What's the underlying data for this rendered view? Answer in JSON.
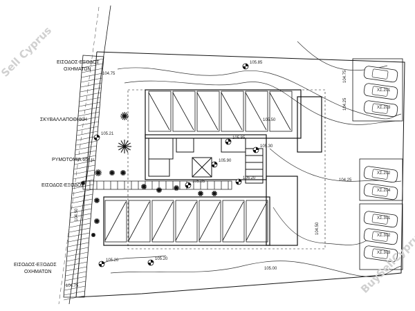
{
  "labels": {
    "vehicle_entrance_top_line1": "ΕΙΣΟΔΟΣ-ΕΞΟΔΟΣ",
    "vehicle_entrance_top_line2": "ΟΧΗΜΑΤΩΝ",
    "refuse_store": "ΣΚΥΒΑΛΛΑΠΟΘΗΚΗ",
    "regulator": "ΡΥΜΟΤΟΜΙΑ 65τ.μ.",
    "pedestrian_entrance": "ΕΙΣΟΔΟΣ-ΕΞΟΔΟΣ",
    "vehicle_entrance_bottom_line1": "ΕΙΣΟΔΟΣ-ΕΞΟΔΟΣ",
    "vehicle_entrance_bottom_line2": "ΟΧΗΜΑΤΩΝ"
  },
  "parking_labels": [
    "ΧΣ.201",
    "ΧΣ.203",
    "ΧΣ.202",
    "ΧΣ.204",
    "ΧΣ.301",
    "ΧΣ.302",
    "ΧΣ.303"
  ],
  "levels": [
    "105.85",
    "105.21",
    "105.90",
    "105.85",
    "105.20",
    "105.20",
    "105.30",
    "105.85",
    "105.20"
  ],
  "contours": [
    "104.75",
    "105.50",
    "104.75",
    "104.50",
    "104.25",
    "104.50",
    "105.00",
    "104.25",
    "104.75"
  ],
  "watermarks": {
    "top_left": "Sell Cyprus",
    "bottom_right": "BuySellCyprus.com"
  }
}
